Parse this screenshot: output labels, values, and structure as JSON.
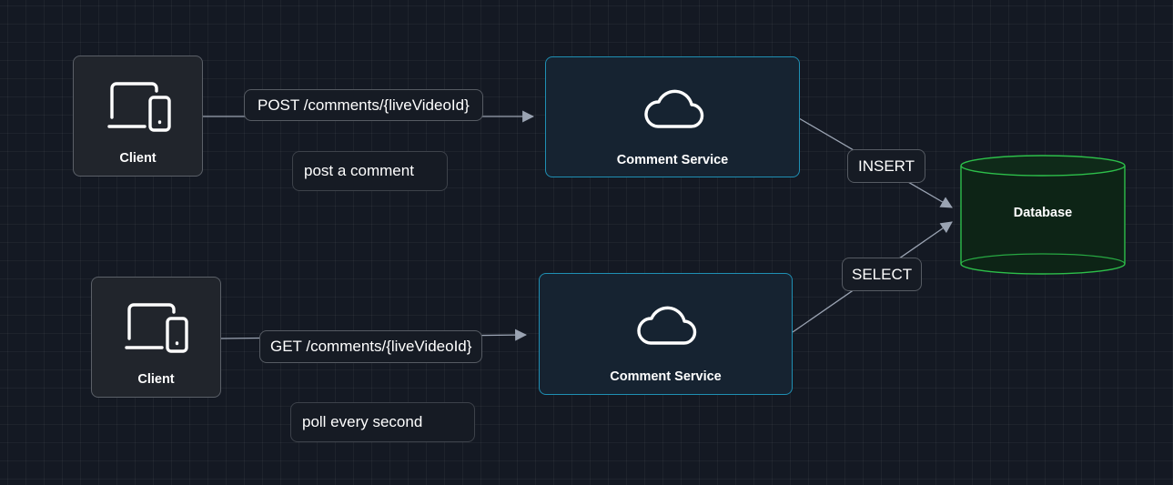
{
  "nodes": {
    "client_top": {
      "label": "Client",
      "icon": "devices-icon"
    },
    "service_top": {
      "label": "Comment Service",
      "icon": "cloud-icon"
    },
    "client_bottom": {
      "label": "Client",
      "icon": "devices-icon"
    },
    "service_bottom": {
      "label": "Comment Service",
      "icon": "cloud-icon"
    },
    "database": {
      "label": "Database",
      "shape": "cylinder"
    }
  },
  "edges": {
    "post": {
      "label": "POST /comments/{liveVideoId}"
    },
    "insert": {
      "label": "INSERT"
    },
    "get": {
      "label": "GET /comments/{liveVideoId}"
    },
    "select": {
      "label": "SELECT"
    }
  },
  "notes": {
    "post_note": "post a comment",
    "get_note": "poll every second"
  },
  "colors": {
    "background": "#141923",
    "client_border": "#5b6068",
    "service_border": "#1f8fb3",
    "database_border": "#2dbf4a",
    "database_fill": "#0d2416",
    "edge": "#9aa3b2"
  }
}
